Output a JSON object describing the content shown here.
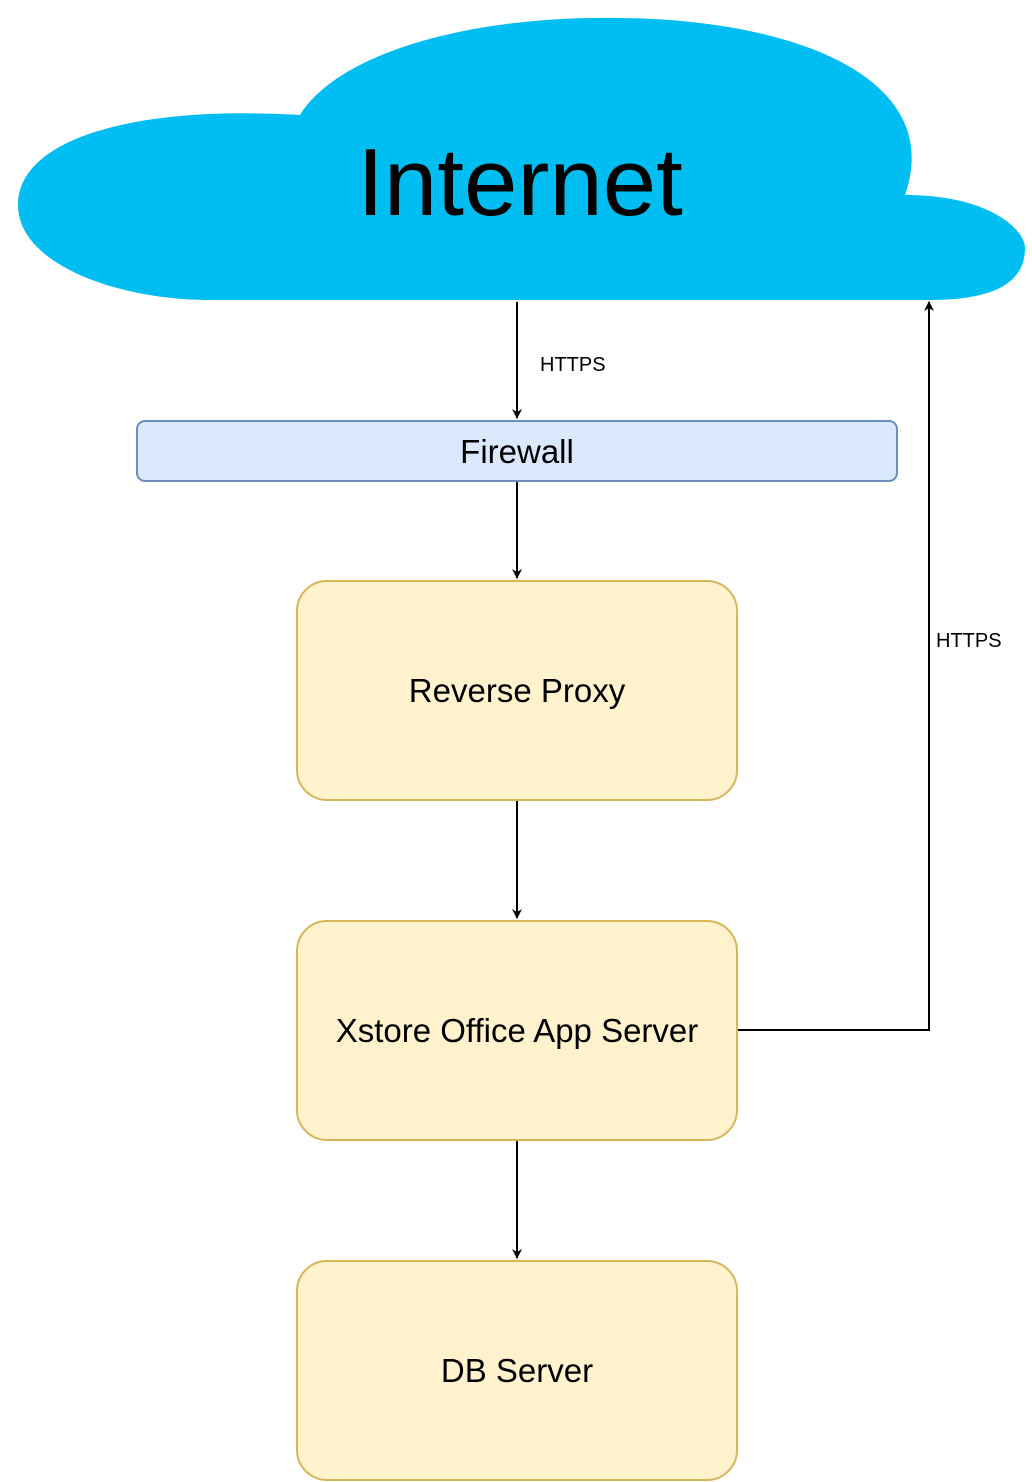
{
  "diagram": {
    "cloud": {
      "label": "Internet",
      "fill": "#00BEF2"
    },
    "firewall": {
      "label": "Firewall",
      "fill": "#DAE8FC",
      "stroke": "#6C8EBF"
    },
    "reverse_proxy": {
      "label": "Reverse Proxy",
      "fill": "#FFF2CC",
      "stroke": "#D6B656"
    },
    "app_server": {
      "label": "Xstore Office App Server",
      "fill": "#FFF2CC",
      "stroke": "#D6B656"
    },
    "db_server": {
      "label": "DB Server",
      "fill": "#FFF2CC",
      "stroke": "#D6B656"
    },
    "edges": {
      "internet_to_firewall_label": "HTTPS",
      "app_to_internet_label": "HTTPS"
    }
  }
}
